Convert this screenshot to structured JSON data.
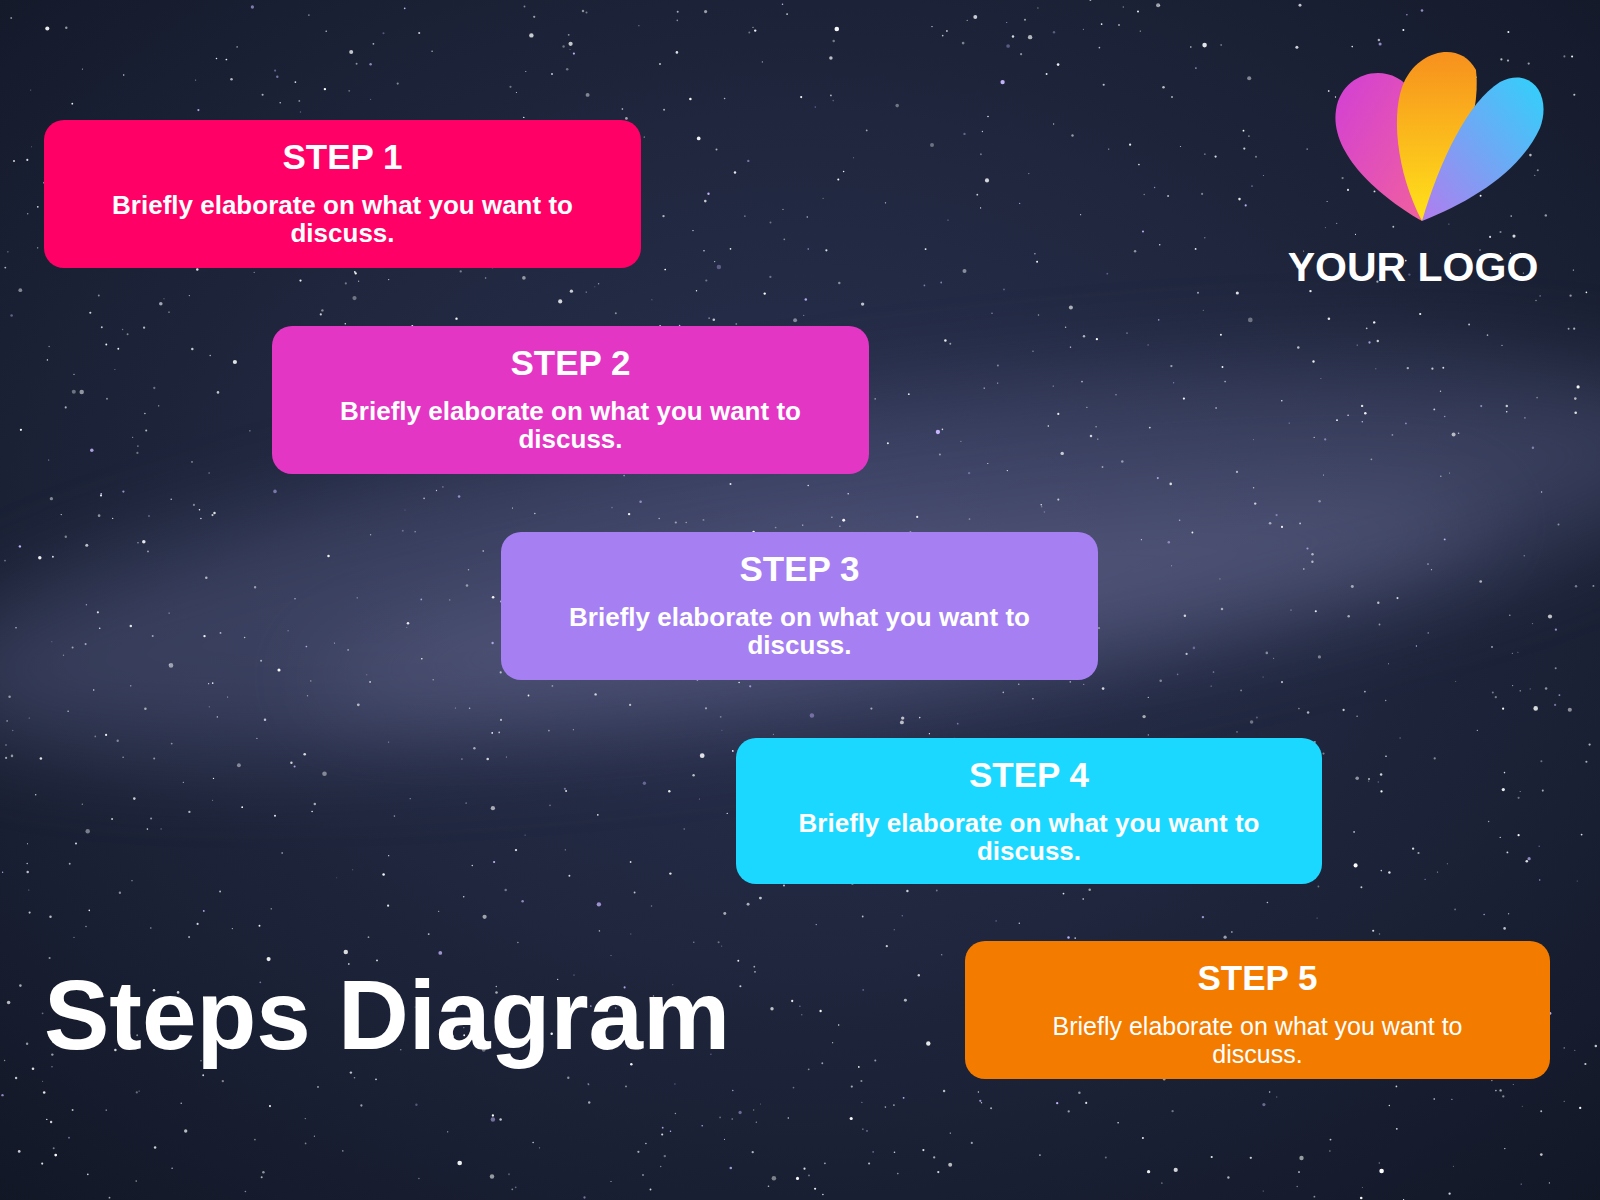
{
  "diagram": {
    "title": "Steps Diagram",
    "nodes": [
      {
        "text": [
          "STEP 1",
          "Briefly elaborate on what you want to discuss."
        ]
      },
      {
        "text": [
          "STEP 2",
          "Briefly elaborate on what you want to discuss."
        ]
      },
      {
        "text": [
          "STEP 3",
          "Briefly elaborate on what you want to discuss."
        ]
      },
      {
        "text": [
          "STEP 4",
          "Briefly elaborate on what you want to discuss."
        ]
      },
      {
        "text": [
          "STEP 5",
          "Briefly elaborate on what you want to discuss."
        ]
      }
    ],
    "labels": [
      "YOUR LOGO"
    ]
  }
}
